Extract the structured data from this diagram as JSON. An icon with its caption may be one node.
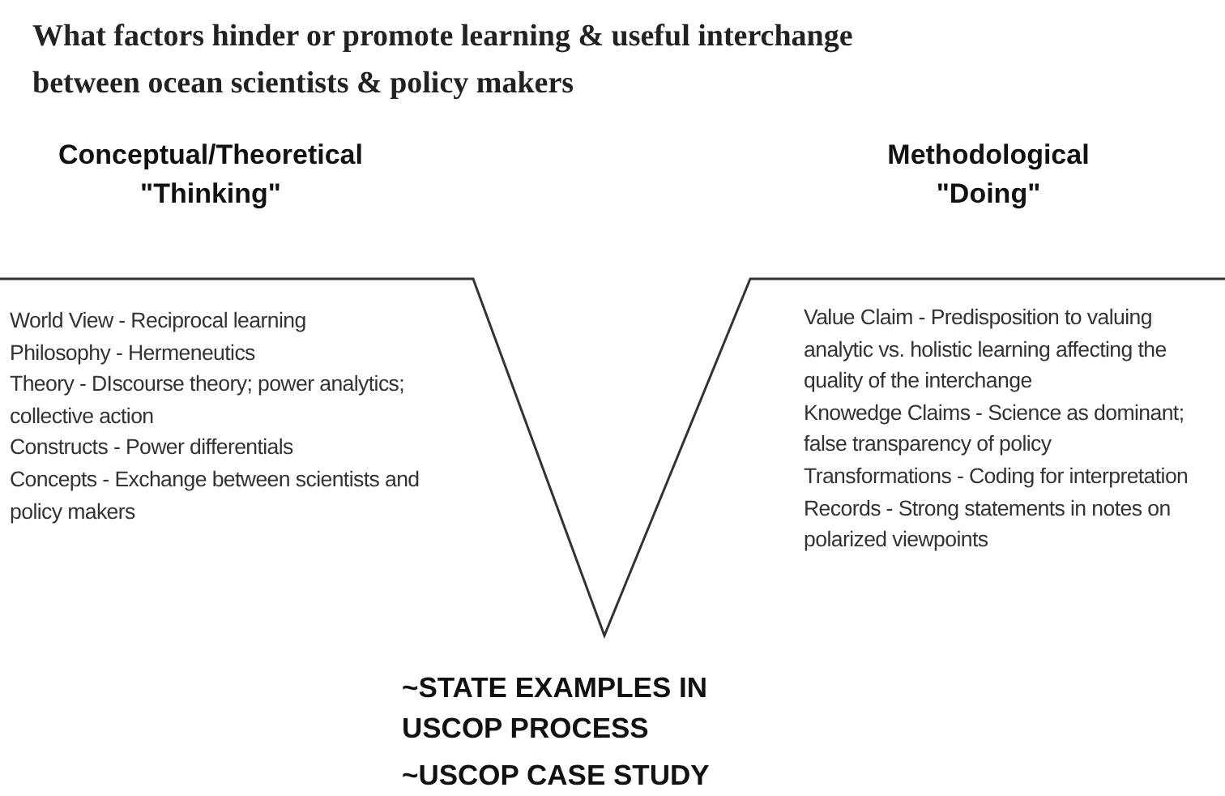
{
  "diagram": {
    "title": "What factors hinder or promote learning & useful interchange between ocean scientists & policy makers",
    "labels": [
      "Conceptual/Theoretical \"Thinking\"",
      "Methodological \"Doing\"",
      "World View - Reciprocal learning",
      "Philosophy - Hermeneutics",
      "Theory - DIscourse theory; power analytics; collective action",
      "Constructs - Power differentials",
      "Concepts - Exchange between scientists and policy makers",
      "Value Claim - Predisposition to valuing analytic vs. holistic learning affecting the quality of the interchange",
      "Knowedge Claims - Science as dominant; false transparency of policy",
      "Transformations - Coding for interpretation",
      "Records - Strong statements in notes on polarized viewpoints",
      "~STATE EXAMPLES IN USCOP PROCESS",
      "~USCOP CASE STUDY"
    ]
  }
}
